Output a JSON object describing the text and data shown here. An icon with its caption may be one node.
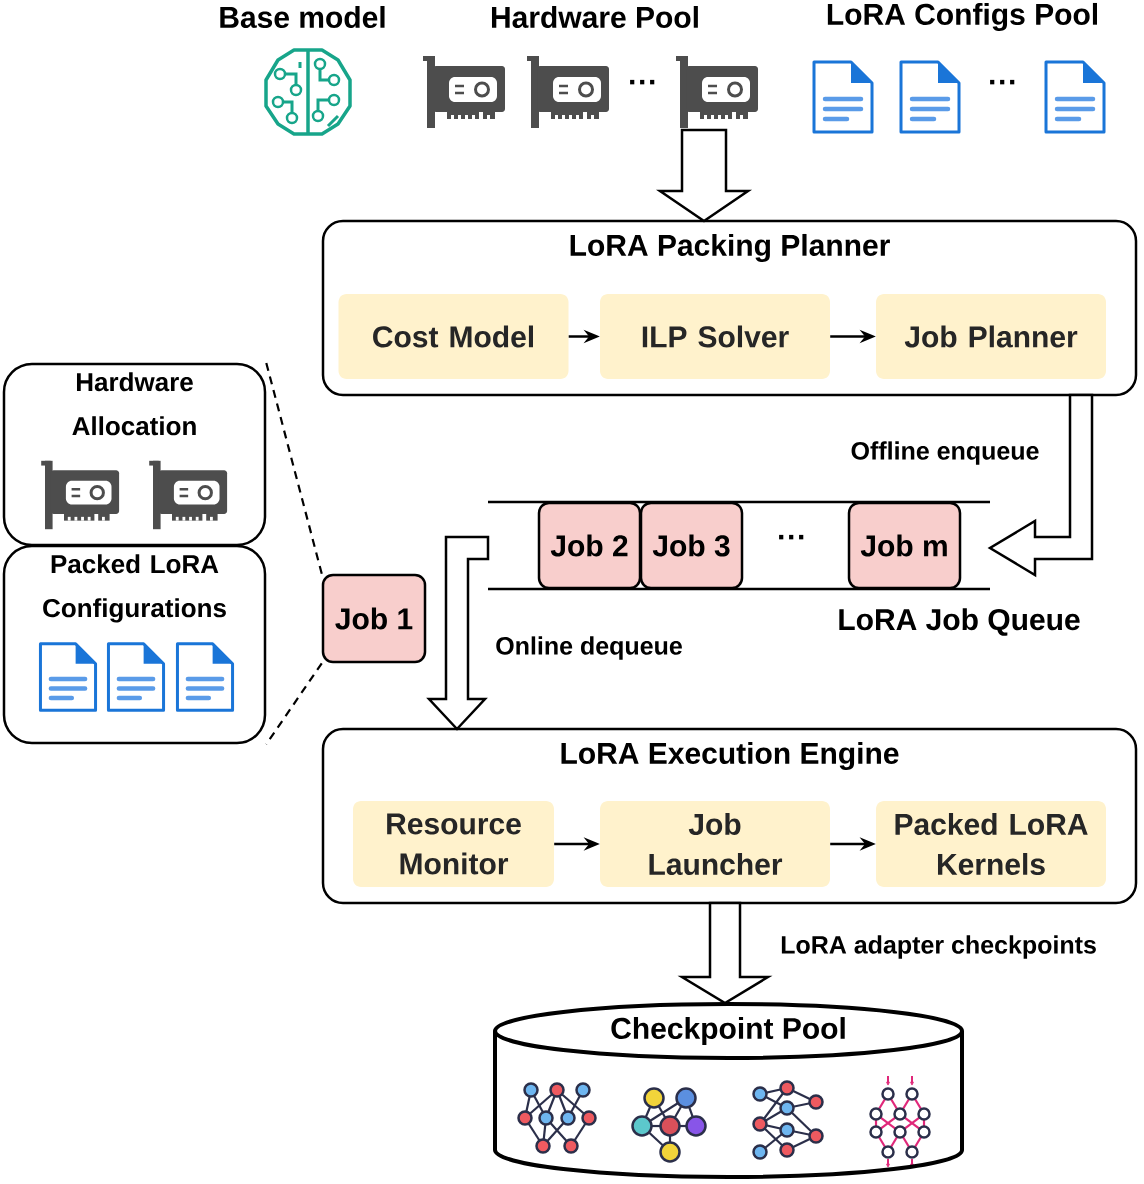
{
  "diagram": {
    "nodes": [
      {
        "text": [
          "Base model"
        ]
      },
      {
        "text": [
          "Hardware Pool"
        ]
      },
      {
        "text": [
          "LoRA Configs Pool"
        ]
      },
      {
        "text": [
          "LoRA Packing Planner"
        ]
      },
      {
        "text": [
          "Cost Model"
        ],
        "in": 3
      },
      {
        "text": [
          "ILP Solver"
        ],
        "in": 3
      },
      {
        "text": [
          "Job Planner"
        ],
        "in": 3
      },
      {
        "text": [
          "LoRA Job Queue"
        ]
      },
      {
        "text": [
          "Job 2"
        ],
        "in": 7
      },
      {
        "text": [
          "Job 3"
        ],
        "in": 7
      },
      {
        "text": [
          "Job m"
        ],
        "in": 7
      },
      {
        "text": [
          "Job 1"
        ]
      },
      {
        "text": [
          "Hardware Allocation"
        ]
      },
      {
        "text": [
          "Packed LoRA Configurations"
        ]
      },
      {
        "text": [
          "LoRA Execution Engine"
        ]
      },
      {
        "text": [
          "Resource Monitor"
        ],
        "in": 14
      },
      {
        "text": [
          "Job Launcher"
        ],
        "in": 14
      },
      {
        "text": [
          "Packed LoRA Kernels"
        ],
        "in": 14
      },
      {
        "text": [
          "Checkpoint Pool"
        ]
      }
    ],
    "edges": [
      {
        "from": 1,
        "to": 3,
        "arrow": "to"
      },
      {
        "from": 4,
        "to": 5,
        "arrow": "to"
      },
      {
        "from": 5,
        "to": 6,
        "arrow": "to"
      },
      {
        "from": 3,
        "to": 7,
        "arrow": "to",
        "label": "Offline enqueue"
      },
      {
        "from": 7,
        "to": 14,
        "arrow": "to",
        "label": "Online dequeue"
      },
      {
        "from": 11,
        "to": 12,
        "arrow": "none",
        "style": "dashed"
      },
      {
        "from": 11,
        "to": 13,
        "arrow": "none",
        "style": "dashed"
      },
      {
        "from": 15,
        "to": 16,
        "arrow": "to"
      },
      {
        "from": 16,
        "to": 17,
        "arrow": "to"
      },
      {
        "from": 14,
        "to": 18,
        "arrow": "to",
        "label": "LoRA adapter checkpoints"
      }
    ],
    "labels": [
      "···",
      "···",
      "···"
    ]
  }
}
